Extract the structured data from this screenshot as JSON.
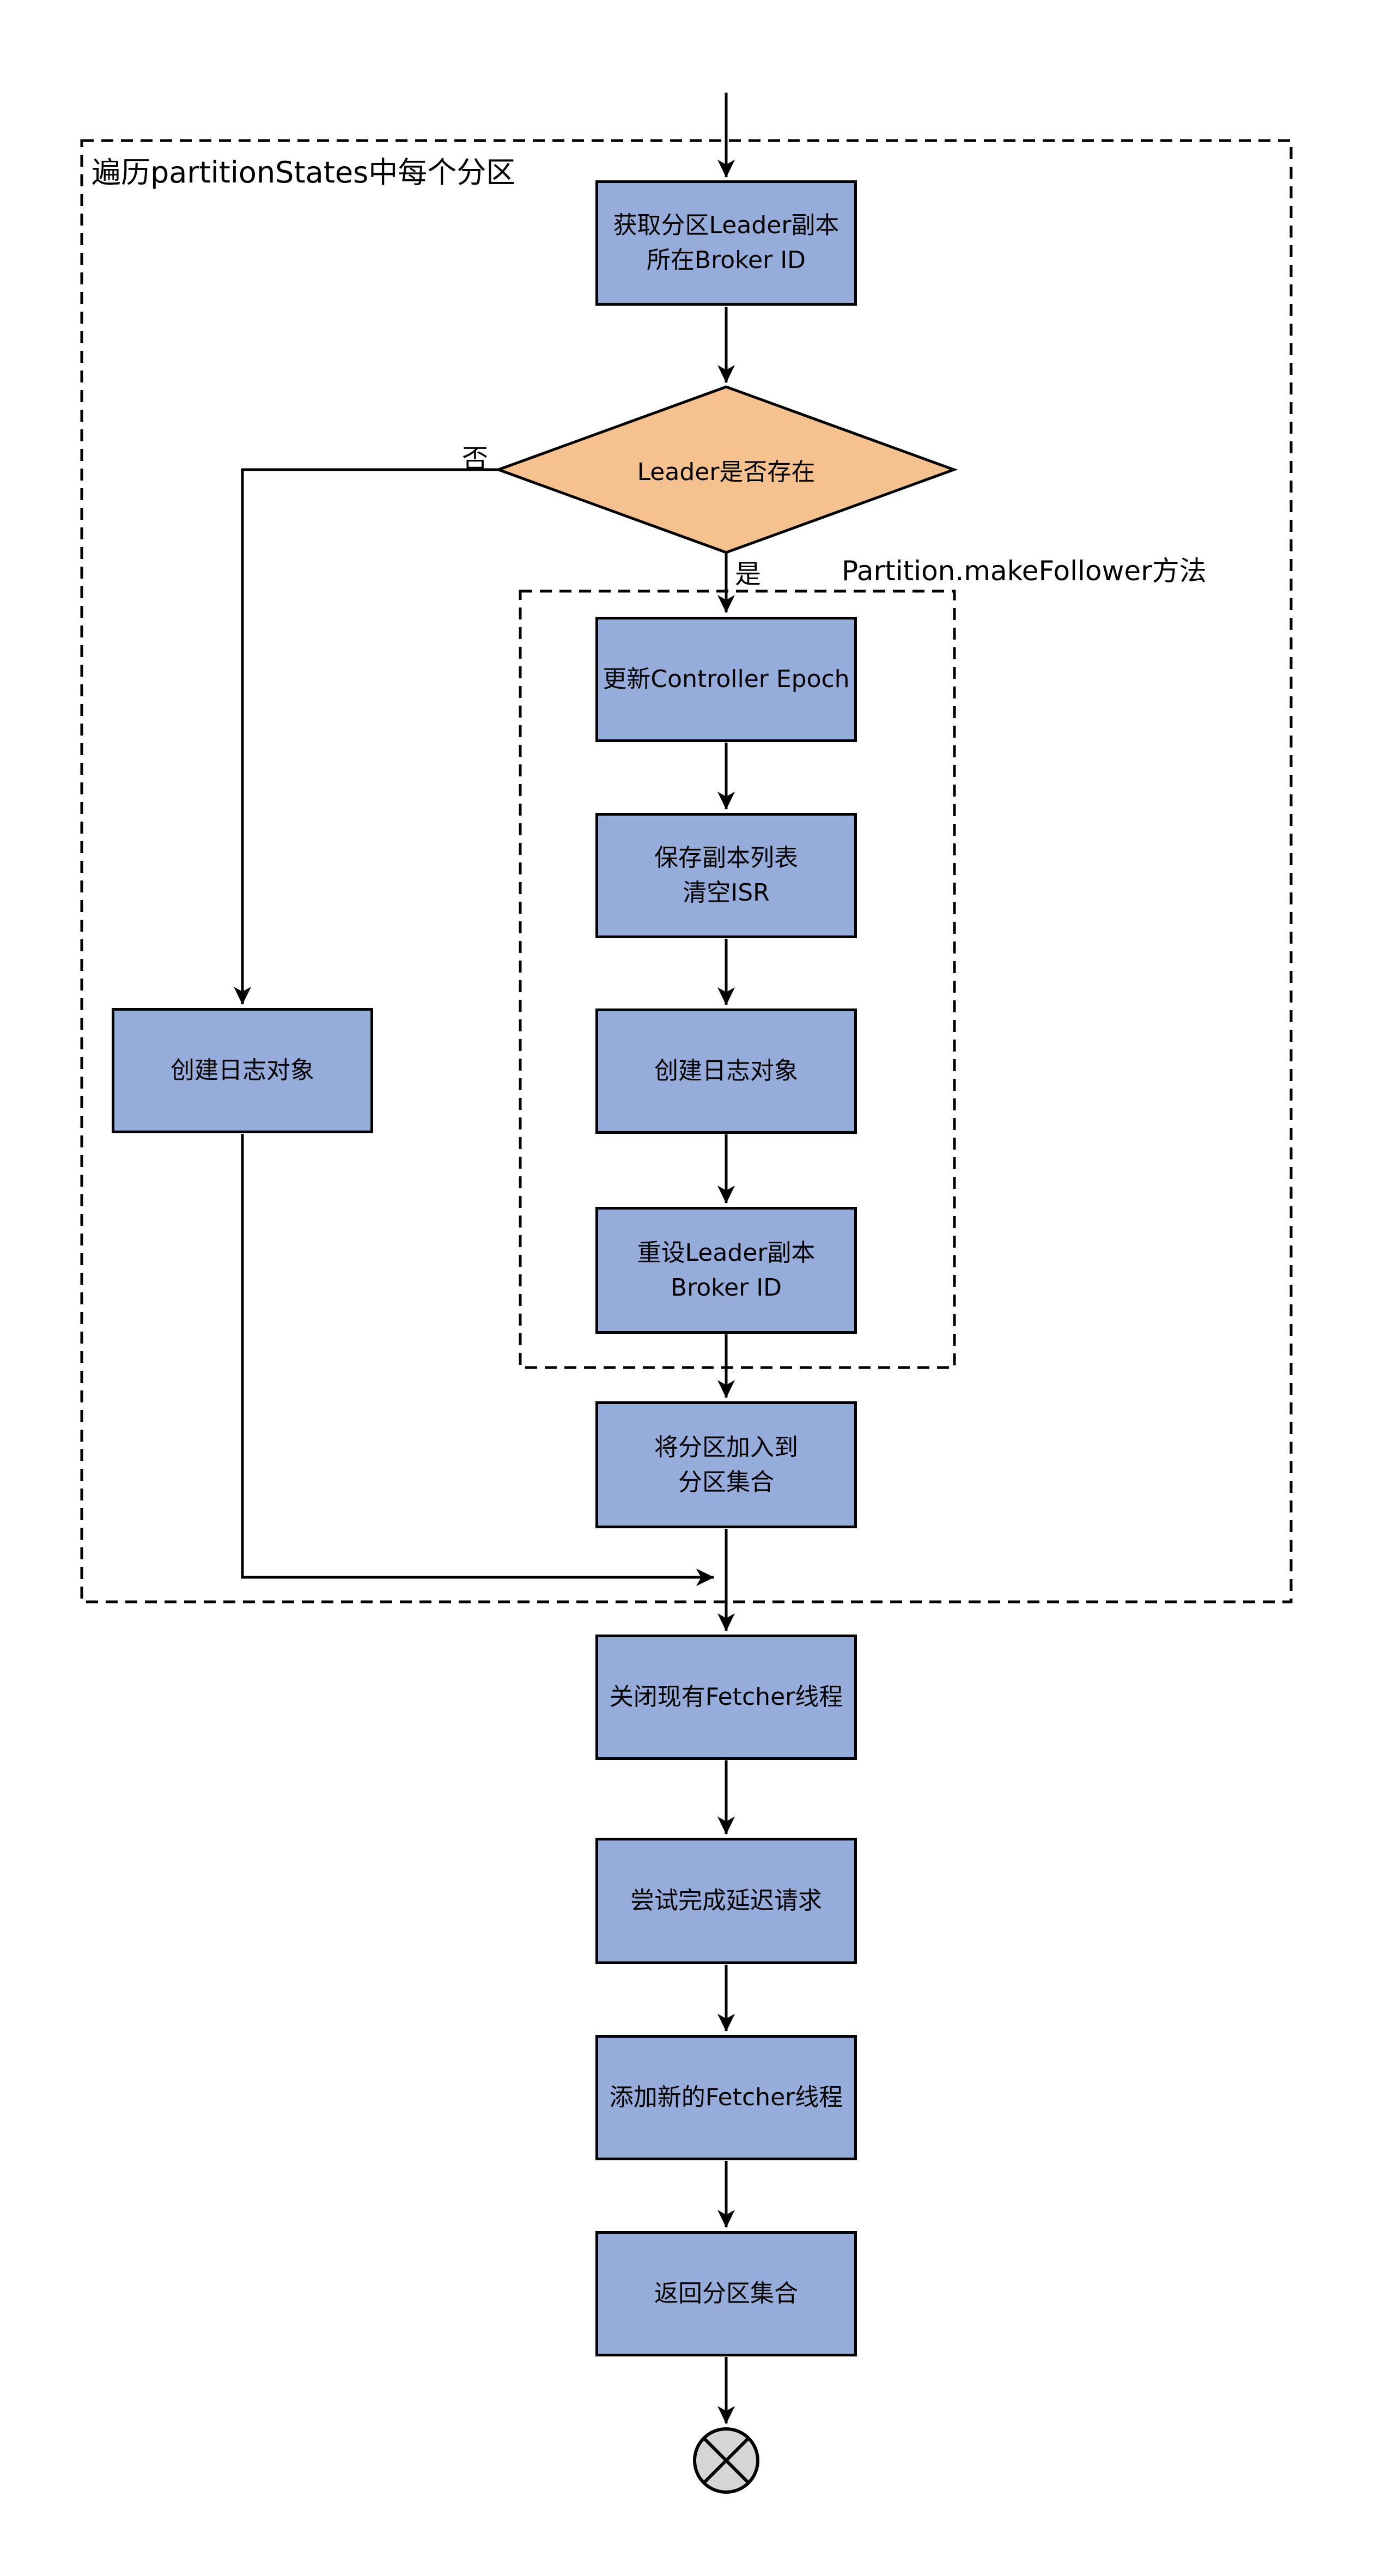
{
  "flowchart": {
    "outer_group_label": "遍历partitionStates中每个分区",
    "inner_group_label": "Partition.makeFollower方法",
    "branch_labels": {
      "no": "否",
      "yes": "是"
    },
    "decision": {
      "label": "Leader是否存在"
    },
    "nodes": {
      "get_broker_id": {
        "line1": "获取分区Leader副本",
        "line2": "所在Broker ID"
      },
      "create_log_no_branch": {
        "line1": "创建日志对象"
      },
      "update_controller_epoch": {
        "line1": "更新Controller Epoch"
      },
      "save_replica_list": {
        "line1": "保存副本列表",
        "line2": "清空ISR"
      },
      "create_log": {
        "line1": "创建日志对象"
      },
      "reset_leader_broker_id": {
        "line1": "重设Leader副本",
        "line2": "Broker ID"
      },
      "add_partition_to_set": {
        "line1": "将分区加入到",
        "line2": "分区集合"
      },
      "close_fetchers": {
        "line1": "关闭现有Fetcher线程"
      },
      "try_complete_delayed": {
        "line1": "尝试完成延迟请求"
      },
      "add_new_fetchers": {
        "line1": "添加新的Fetcher线程"
      },
      "return_partition_set": {
        "line1": "返回分区集合"
      }
    },
    "colors": {
      "process_fill": "#96ACDB",
      "decision_fill": "#F5C28F",
      "terminator_fill": "#D5D5D5",
      "stroke": "#000000",
      "background": "#FFFFFF"
    }
  }
}
